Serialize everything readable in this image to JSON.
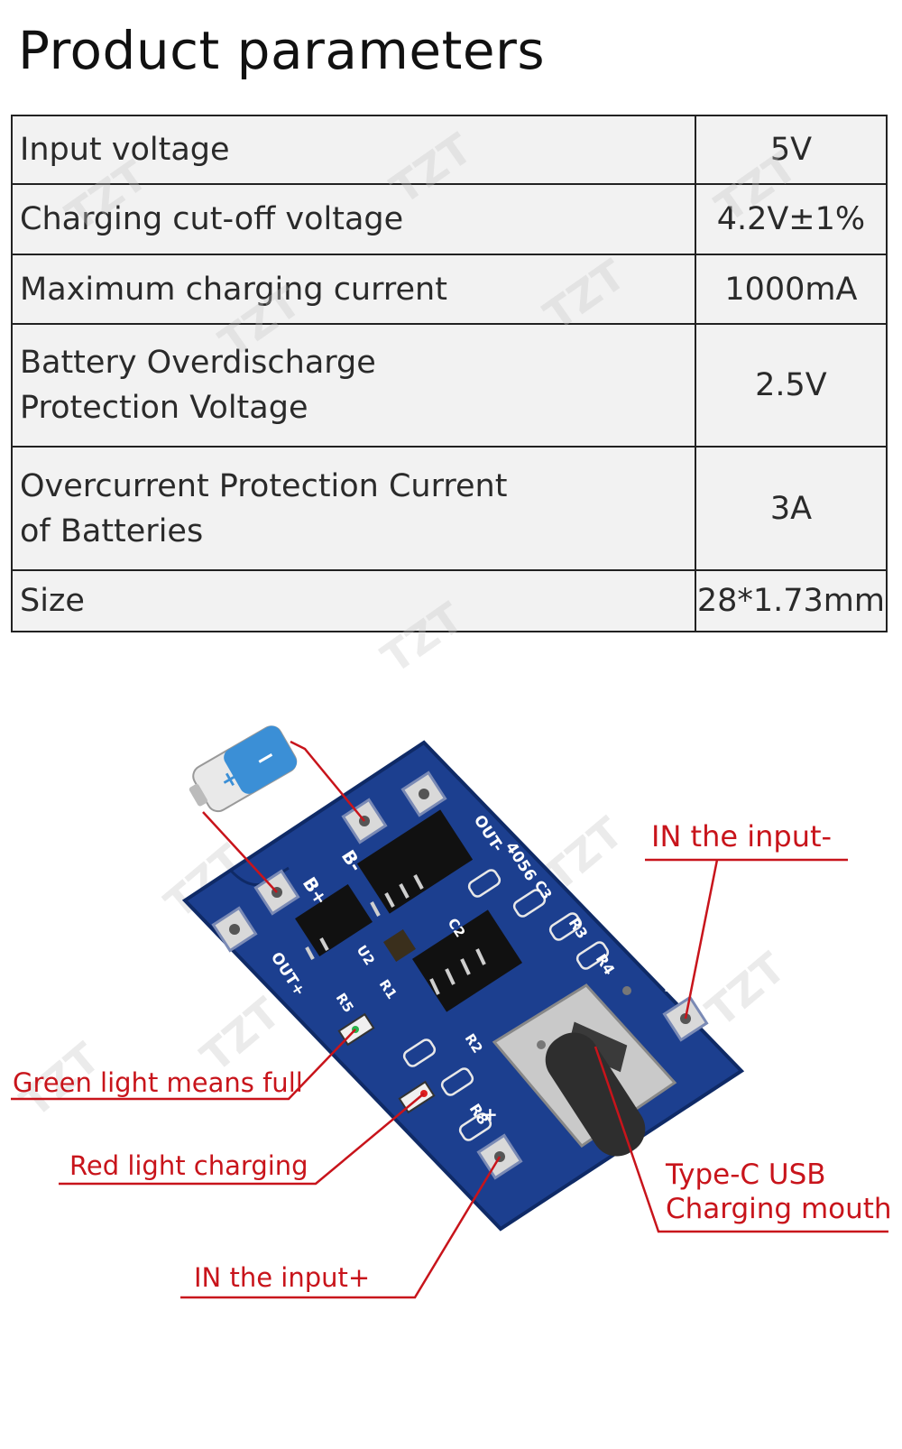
{
  "title": "Product parameters",
  "params": [
    {
      "label": "Input voltage",
      "value": "5V"
    },
    {
      "label": "Charging cut-off voltage",
      "value": "4.2V±1%"
    },
    {
      "label": "Maximum charging current",
      "value": "1000mA"
    },
    {
      "label": "Battery Overdischarge Protection Voltage",
      "value": "2.5V"
    },
    {
      "label": "Overcurrent Protection Current of Batteries",
      "value": "3A"
    },
    {
      "label": "Size",
      "value": "28*1.73mm"
    }
  ],
  "watermark": "TZT",
  "battery": {
    "plus": "+",
    "minus": "−"
  },
  "board": {
    "silk": {
      "b_minus": "B-",
      "b_plus": "B+",
      "out_minus": "OUT-",
      "out_plus": "OUT+",
      "chip": "4056",
      "r3": "R3",
      "r4": "R4",
      "r8": "R8",
      "c2": "C2",
      "c3": "C3",
      "u2": "U2",
      "r1": "R1",
      "r2": "R2",
      "r5": "R5",
      "in_minus": "−",
      "in_plus": "+"
    }
  },
  "callouts": {
    "in_minus": "IN the input-",
    "green": "Green light means full",
    "red": "Red light charging",
    "in_plus": "IN the input+",
    "typec_line1": "Type-C USB",
    "typec_line2": "Charging mouth"
  },
  "colors": {
    "pcb": "#1c3f8f",
    "label": "#c8141b",
    "table_bg": "#f2f2f2"
  }
}
